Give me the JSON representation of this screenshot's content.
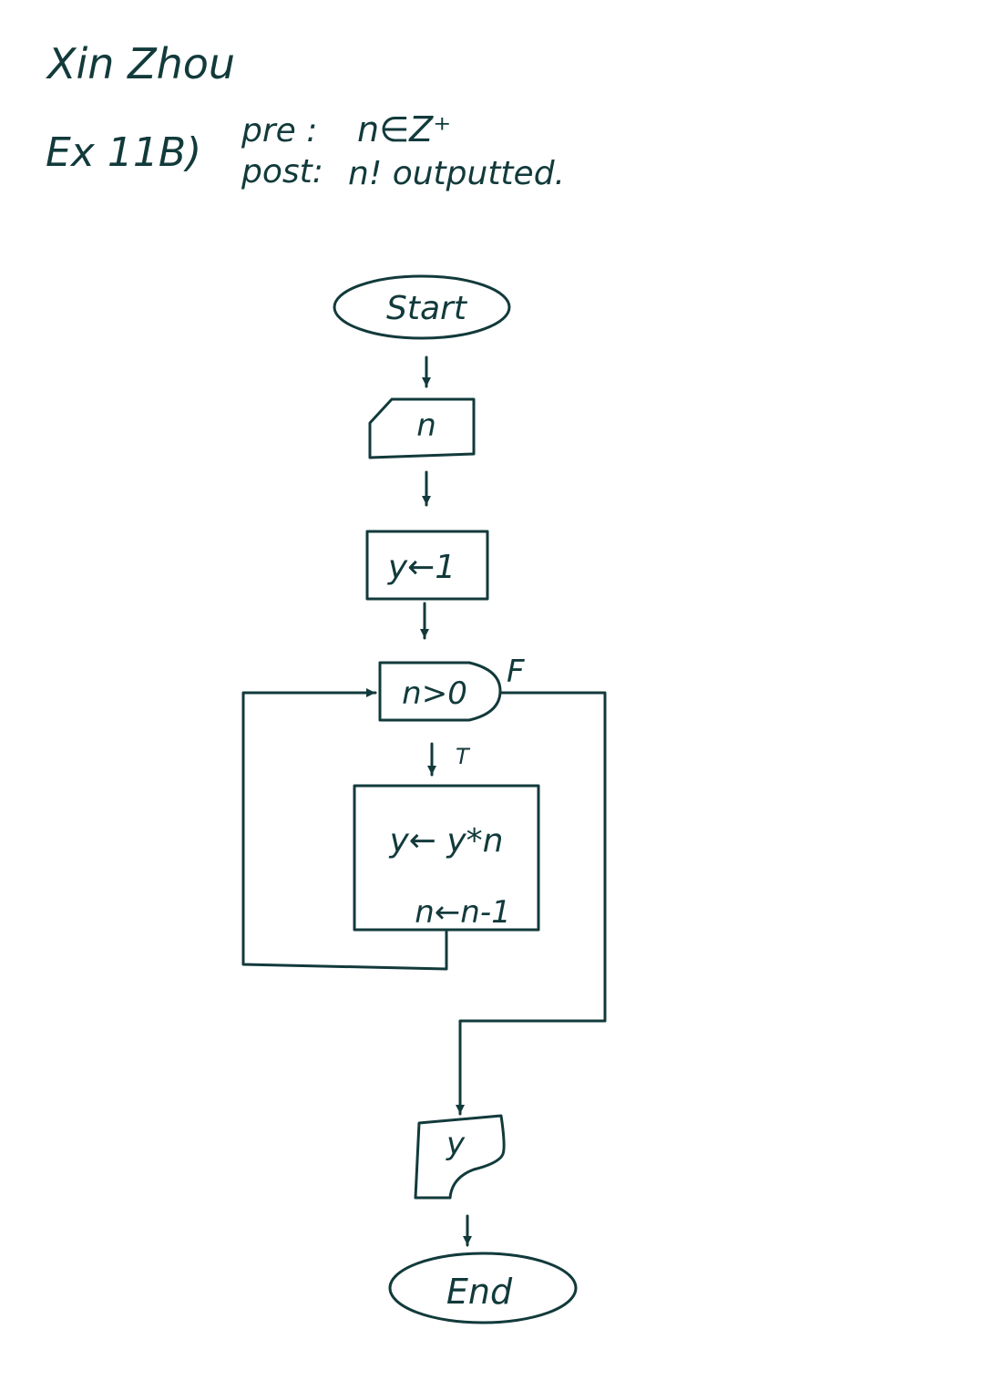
{
  "header": {
    "author": "Xin Zhou",
    "exercise": "Ex 11B)",
    "pre_label": "pre :",
    "pre_value": "n∈Z⁺",
    "post_label": "post:",
    "post_value": "n! outputted."
  },
  "nodes": {
    "start": "Start",
    "input": "n",
    "init": "y←1",
    "decision": "n>0",
    "body_line1": "y← y*n",
    "body_line2": "n←n-1",
    "output": "y",
    "end": "End"
  },
  "edges": {
    "true_label": "T",
    "false_label": "F"
  },
  "colors": {
    "ink": "#123a3b"
  }
}
